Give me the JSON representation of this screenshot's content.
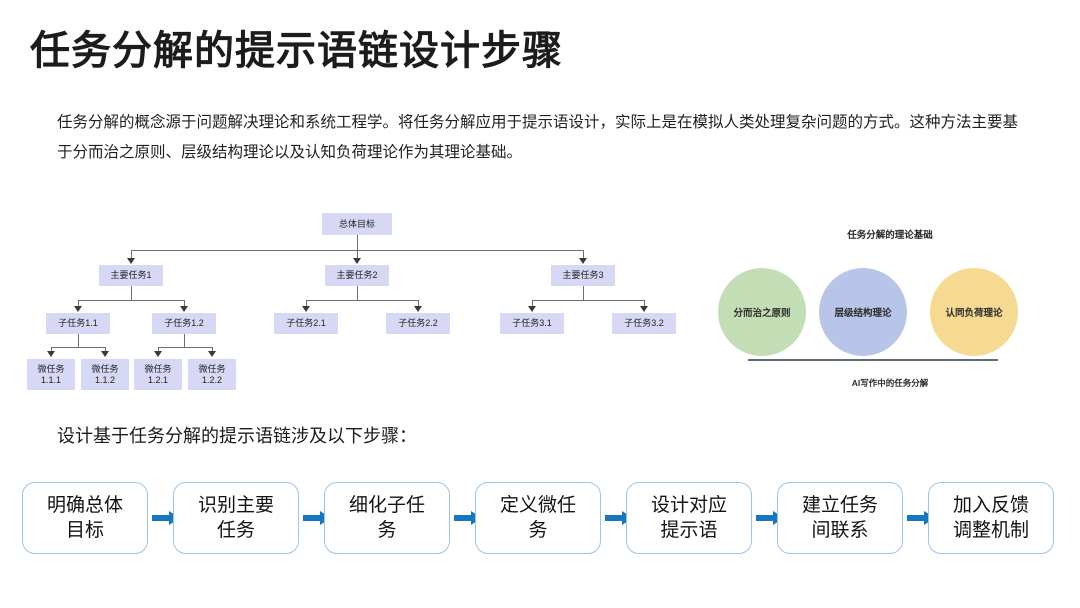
{
  "page": {
    "title": "任务分解的提示语链设计步骤",
    "intro": "任务分解的概念源于问题解决理论和系统工程学。将任务分解应用于提示语设计，实际上是在模拟人类处理复杂问题的方式。这种方法主要基于分而治之原则、层级结构理论以及认知负荷理论作为其理论基础。",
    "steps_lead": "设计基于任务分解的提示语链涉及以下步骤："
  },
  "tree": {
    "root": "总体目标",
    "level2": [
      "主要任务1",
      "主要任务2",
      "主要任务3"
    ],
    "level3": [
      "子任务1.1",
      "子任务1.2",
      "子任务2.1",
      "子任务2.2",
      "子任务3.1",
      "子任务3.2"
    ],
    "level4": [
      "微任务\n1.1.1",
      "微任务\n1.1.2",
      "微任务\n1.2.1",
      "微任务\n1.2.2"
    ],
    "node_fill": "#d6d8f5",
    "connector_color": "#6f6f6f"
  },
  "circles": {
    "title": "任务分解的理论基础",
    "caption": "AI写作中的任务分解",
    "items": [
      {
        "label": "分而治之原则",
        "color": "#c3ddb4"
      },
      {
        "label": "层级结构理论",
        "color": "#b6c5e8"
      },
      {
        "label": "认同负荷理论",
        "color": "#f6da92"
      }
    ],
    "baseline_color": "#5f6b73"
  },
  "flow": {
    "arrow_color": "#1677c0",
    "border_color": "#9ec4e8",
    "steps": [
      "明确总体\n目标",
      "识别主要\n任务",
      "细化子任\n务",
      "定义微任\n务",
      "设计对应\n提示语",
      "建立任务\n间联系",
      "加入反馈\n调整机制"
    ]
  }
}
